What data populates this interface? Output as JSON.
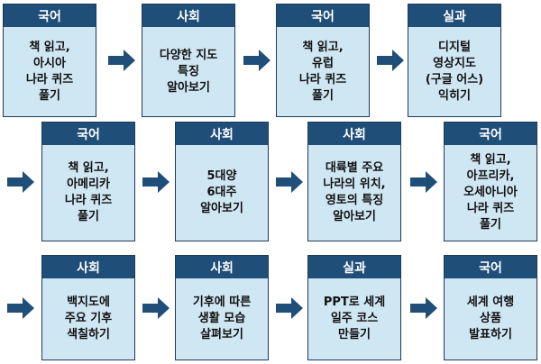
{
  "colors": {
    "header": "#1f4e79",
    "body": "#cfe6f3",
    "border": "#1f3b57",
    "arrow": "#1f4e79"
  },
  "rows": [
    {
      "steps": [
        {
          "subject": "국어",
          "lines": [
            "책 읽고,",
            "아시아",
            "나라 퀴즈",
            "풀기"
          ]
        },
        {
          "subject": "사회",
          "lines": [
            "다양한 지도",
            "특징",
            "알아보기"
          ]
        },
        {
          "subject": "국어",
          "lines": [
            "책 읽고,",
            "유럽",
            "나라 퀴즈",
            "풀기"
          ]
        },
        {
          "subject": "실과",
          "lines": [
            "디지털",
            "영상지도",
            "(구글 어스)",
            "익히기"
          ]
        }
      ]
    },
    {
      "steps": [
        {
          "subject": "국어",
          "lines": [
            "책 읽고,",
            "아메리카",
            "나라 퀴즈",
            "풀기"
          ]
        },
        {
          "subject": "사회",
          "lines": [
            "5대양",
            "6대주",
            "알아보기"
          ]
        },
        {
          "subject": "사회",
          "lines": [
            "대륙별 주요",
            "나라의 위치,",
            "영토의 특징",
            "알아보기"
          ]
        },
        {
          "subject": "국어",
          "lines": [
            "책 읽고,",
            "아프리카,",
            "오세아니아",
            "나라 퀴즈",
            "풀기"
          ]
        }
      ]
    },
    {
      "steps": [
        {
          "subject": "사회",
          "lines": [
            "백지도에",
            "주요 기후",
            "색칠하기"
          ]
        },
        {
          "subject": "사회",
          "lines": [
            "기후에 따른",
            "생활 모습",
            "살펴보기"
          ]
        },
        {
          "subject": "실과",
          "lines": [
            "PPT로 세계",
            "일주 코스",
            "만들기"
          ]
        },
        {
          "subject": "국어",
          "lines": [
            "세계 여행",
            "상품",
            "발표하기"
          ]
        }
      ]
    }
  ]
}
